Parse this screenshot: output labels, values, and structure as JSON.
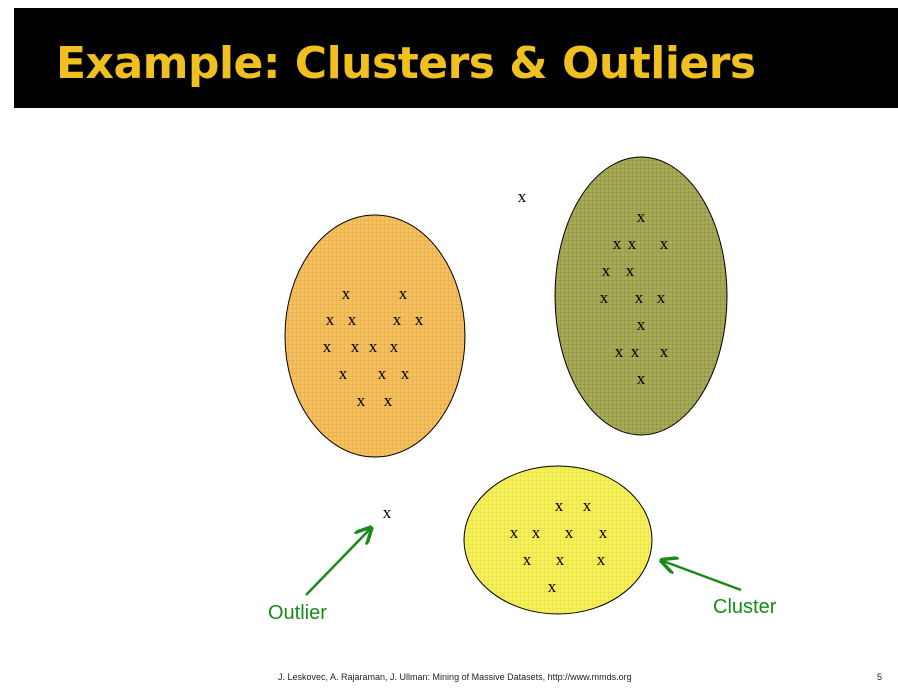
{
  "title": "Example: Clusters & Outliers",
  "colors": {
    "title_text": "#f0c020",
    "title_bg": "#000000",
    "arrow": "#1a8a1a",
    "cluster_orange": "#f5c060",
    "cluster_olive": "#a8aa58",
    "cluster_yellow": "#f6f05a"
  },
  "point_marker": "x",
  "labels": {
    "outlier": "Outlier",
    "cluster": "Cluster"
  },
  "footer": "J. Leskovec, A. Rajaraman, J. Ullman: Mining of Massive Datasets, http://www.mmds.org",
  "page_number": "5"
}
